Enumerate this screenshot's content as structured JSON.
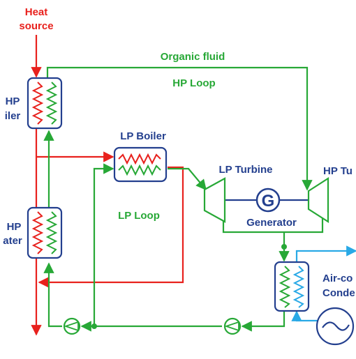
{
  "labels": {
    "heat_source_line1": "Heat",
    "heat_source_line2": "source",
    "organic_fluid": "Organic fluid",
    "hp_loop": "HP Loop",
    "lp_loop": "LP Loop",
    "lp_boiler": "LP Boiler",
    "lp_turbine": "LP Turbine",
    "hp_turbine": "HP Tu",
    "generator_symbol": "G",
    "generator": "Generator",
    "hp_boiler_line1": "HP",
    "hp_boiler_line2": "iler",
    "hp_heater_line1": "HP",
    "hp_heater_line2": "ater",
    "condenser_line1": "Air-co",
    "condenser_line2": "Conde"
  },
  "colors": {
    "heat_source": "#e8211d",
    "organic_fluid": "#27a836",
    "cooling_air": "#29a9e6",
    "equipment_outline": "#233f8e"
  }
}
